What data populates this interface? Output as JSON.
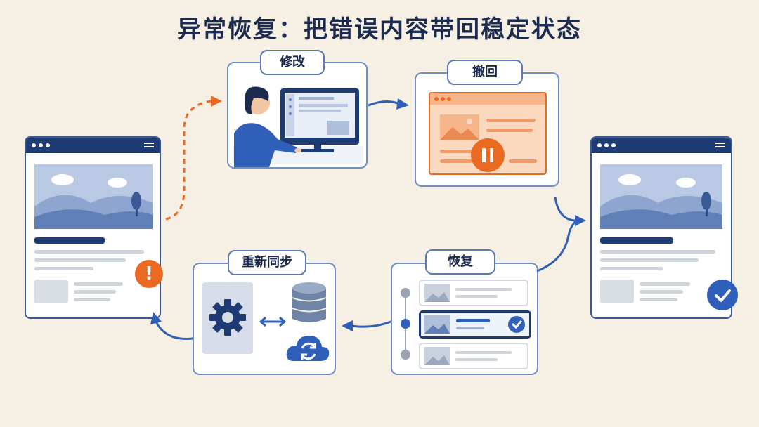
{
  "title": "异常恢复：把错误内容带回稳定状态",
  "steps": {
    "edit": {
      "label": "修改"
    },
    "rollback": {
      "label": "撤回"
    },
    "resync": {
      "label": "重新同步"
    },
    "restore": {
      "label": "恢复"
    }
  },
  "colors": {
    "navy": "#1f3b73",
    "blue": "#2f5fb8",
    "orange": "#ea6a23",
    "light_orange": "#f8c8a5",
    "background": "#f6efe4"
  },
  "icons": [
    "alert-icon",
    "check-icon",
    "pause-icon",
    "gear-icon",
    "database-icon",
    "cloud-sync-icon",
    "two-way-arrow-icon"
  ]
}
